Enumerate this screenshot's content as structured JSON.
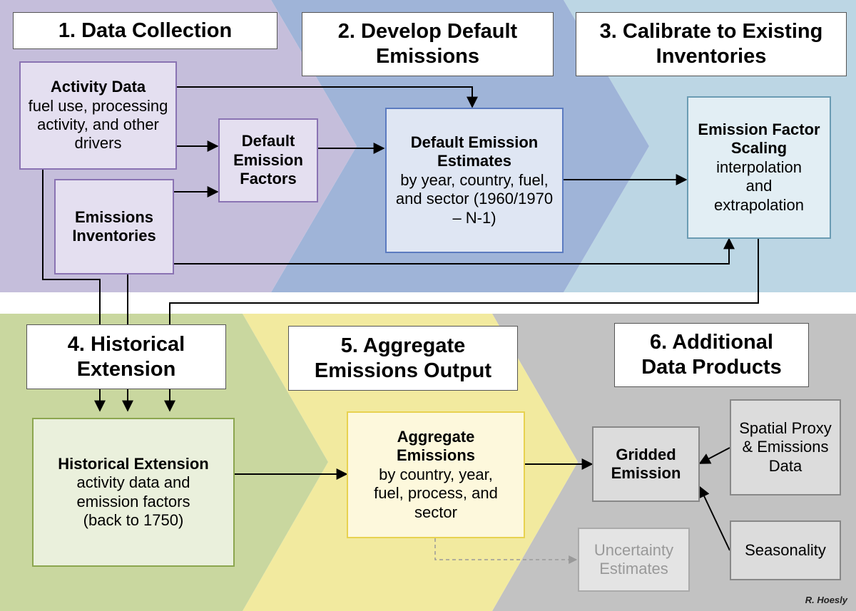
{
  "stages": {
    "s1": "1. Data Collection",
    "s2": "2. Develop Default Emissions",
    "s3": "3. Calibrate to Existing Inventories",
    "s4": "4. Historical Extension",
    "s5": "5. Aggregate Emissions Output",
    "s6": "6. Additional Data Products"
  },
  "nodes": {
    "activity_data": {
      "title": "Activity Data",
      "body": "fuel use, processing activity, and other drivers"
    },
    "default_factors": {
      "title": "Default Emission Factors"
    },
    "emissions_inventories": {
      "title": "Emissions Inventories"
    },
    "default_estimates": {
      "title": "Default Emission Estimates",
      "body": "by year, country, fuel, and sector (1960/1970 – N-1)"
    },
    "factor_scaling": {
      "title": "Emission Factor Scaling",
      "body": "interpolation and extrapolation"
    },
    "historical_extension": {
      "title": "Historical Extension",
      "body": "activity data and emission factors (back to 1750)"
    },
    "aggregate_emissions": {
      "title": "Aggregate Emissions",
      "body": "by country, year, fuel, process, and sector"
    },
    "gridded_emission": {
      "title": "Gridded Emission"
    },
    "spatial_proxy": {
      "body": "Spatial Proxy & Emissions Data"
    },
    "seasonality": {
      "body": "Seasonality"
    },
    "uncertainty": {
      "body": "Uncertainty Estimates"
    }
  },
  "credit": "R. Hoesly",
  "colors": {
    "band1": "#c5bedb",
    "band2": "#9fb4d8",
    "band3": "#bcd6e4",
    "band4": "#c9d79f",
    "band5": "#f2ea9f",
    "band6": "#c2c2c2"
  }
}
